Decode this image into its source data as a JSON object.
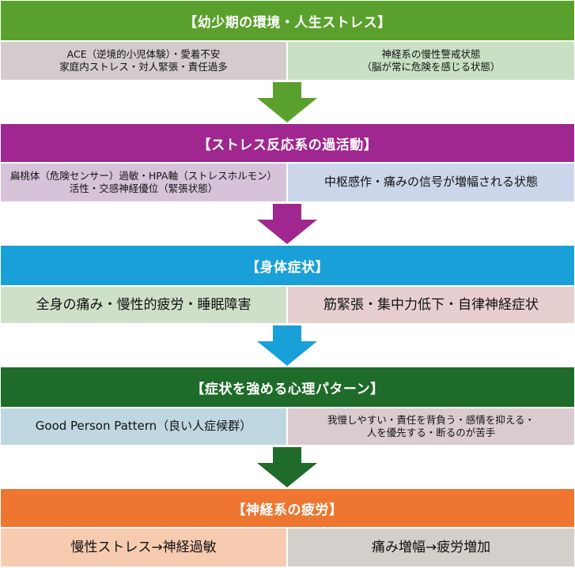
{
  "colors": {
    "green": "#5aa02c",
    "purple": "#a0278f",
    "blue": "#1aa0d8",
    "dark_green": "#1f6b2a",
    "orange": "#ee7630",
    "gray_cell": "#d4cccc",
    "light_green_cell": "#c9e0c5",
    "light_purple_cell": "#d6c3da",
    "light_blue_cell": "#cbd6ea",
    "light_green2_cell": "#cfe0c9",
    "pink_cell": "#e8cfcf",
    "light_teal_cell": "#bfd7e1",
    "mauve_cell": "#d9cbd0",
    "peach_cell": "#f7cbb0",
    "gray2_cell": "#d3cfcb"
  },
  "sections": [
    {
      "header": "【幼少期の環境・人生ストレス】",
      "left": [
        "ACE（逆境的小児体験）・愛着不安",
        "家庭内ストレス・対人緊張・責任過多"
      ],
      "right": [
        "神経系の慢性警戒状態",
        "（脳が常に危険を感じる状態）"
      ]
    },
    {
      "header": "【ストレス反応系の過活動】",
      "left": [
        "扁桃体（危険センサー）過敏・HPA軸（ストレスホルモン）",
        "活性・交感神経優位（緊張状態）"
      ],
      "right": [
        "中枢感作・痛みの信号が増幅される状態"
      ]
    },
    {
      "header": "【身体症状】",
      "left": [
        "全身の痛み・慢性的疲労・睡眠障害"
      ],
      "right": [
        "筋緊張・集中力低下・自律神経症状"
      ]
    },
    {
      "header": "【症状を強める心理パターン】",
      "left": [
        "Good Person Pattern（良い人症候群）"
      ],
      "right": [
        "我慢しやすい・責任を背負う・感情を抑える・",
        "人を優先する・断るのが苦手"
      ]
    },
    {
      "header": "【神経系の疲労】",
      "left": [
        "慢性ストレス→神経過敏"
      ],
      "right": [
        "痛み増幅→疲労増加"
      ]
    }
  ]
}
